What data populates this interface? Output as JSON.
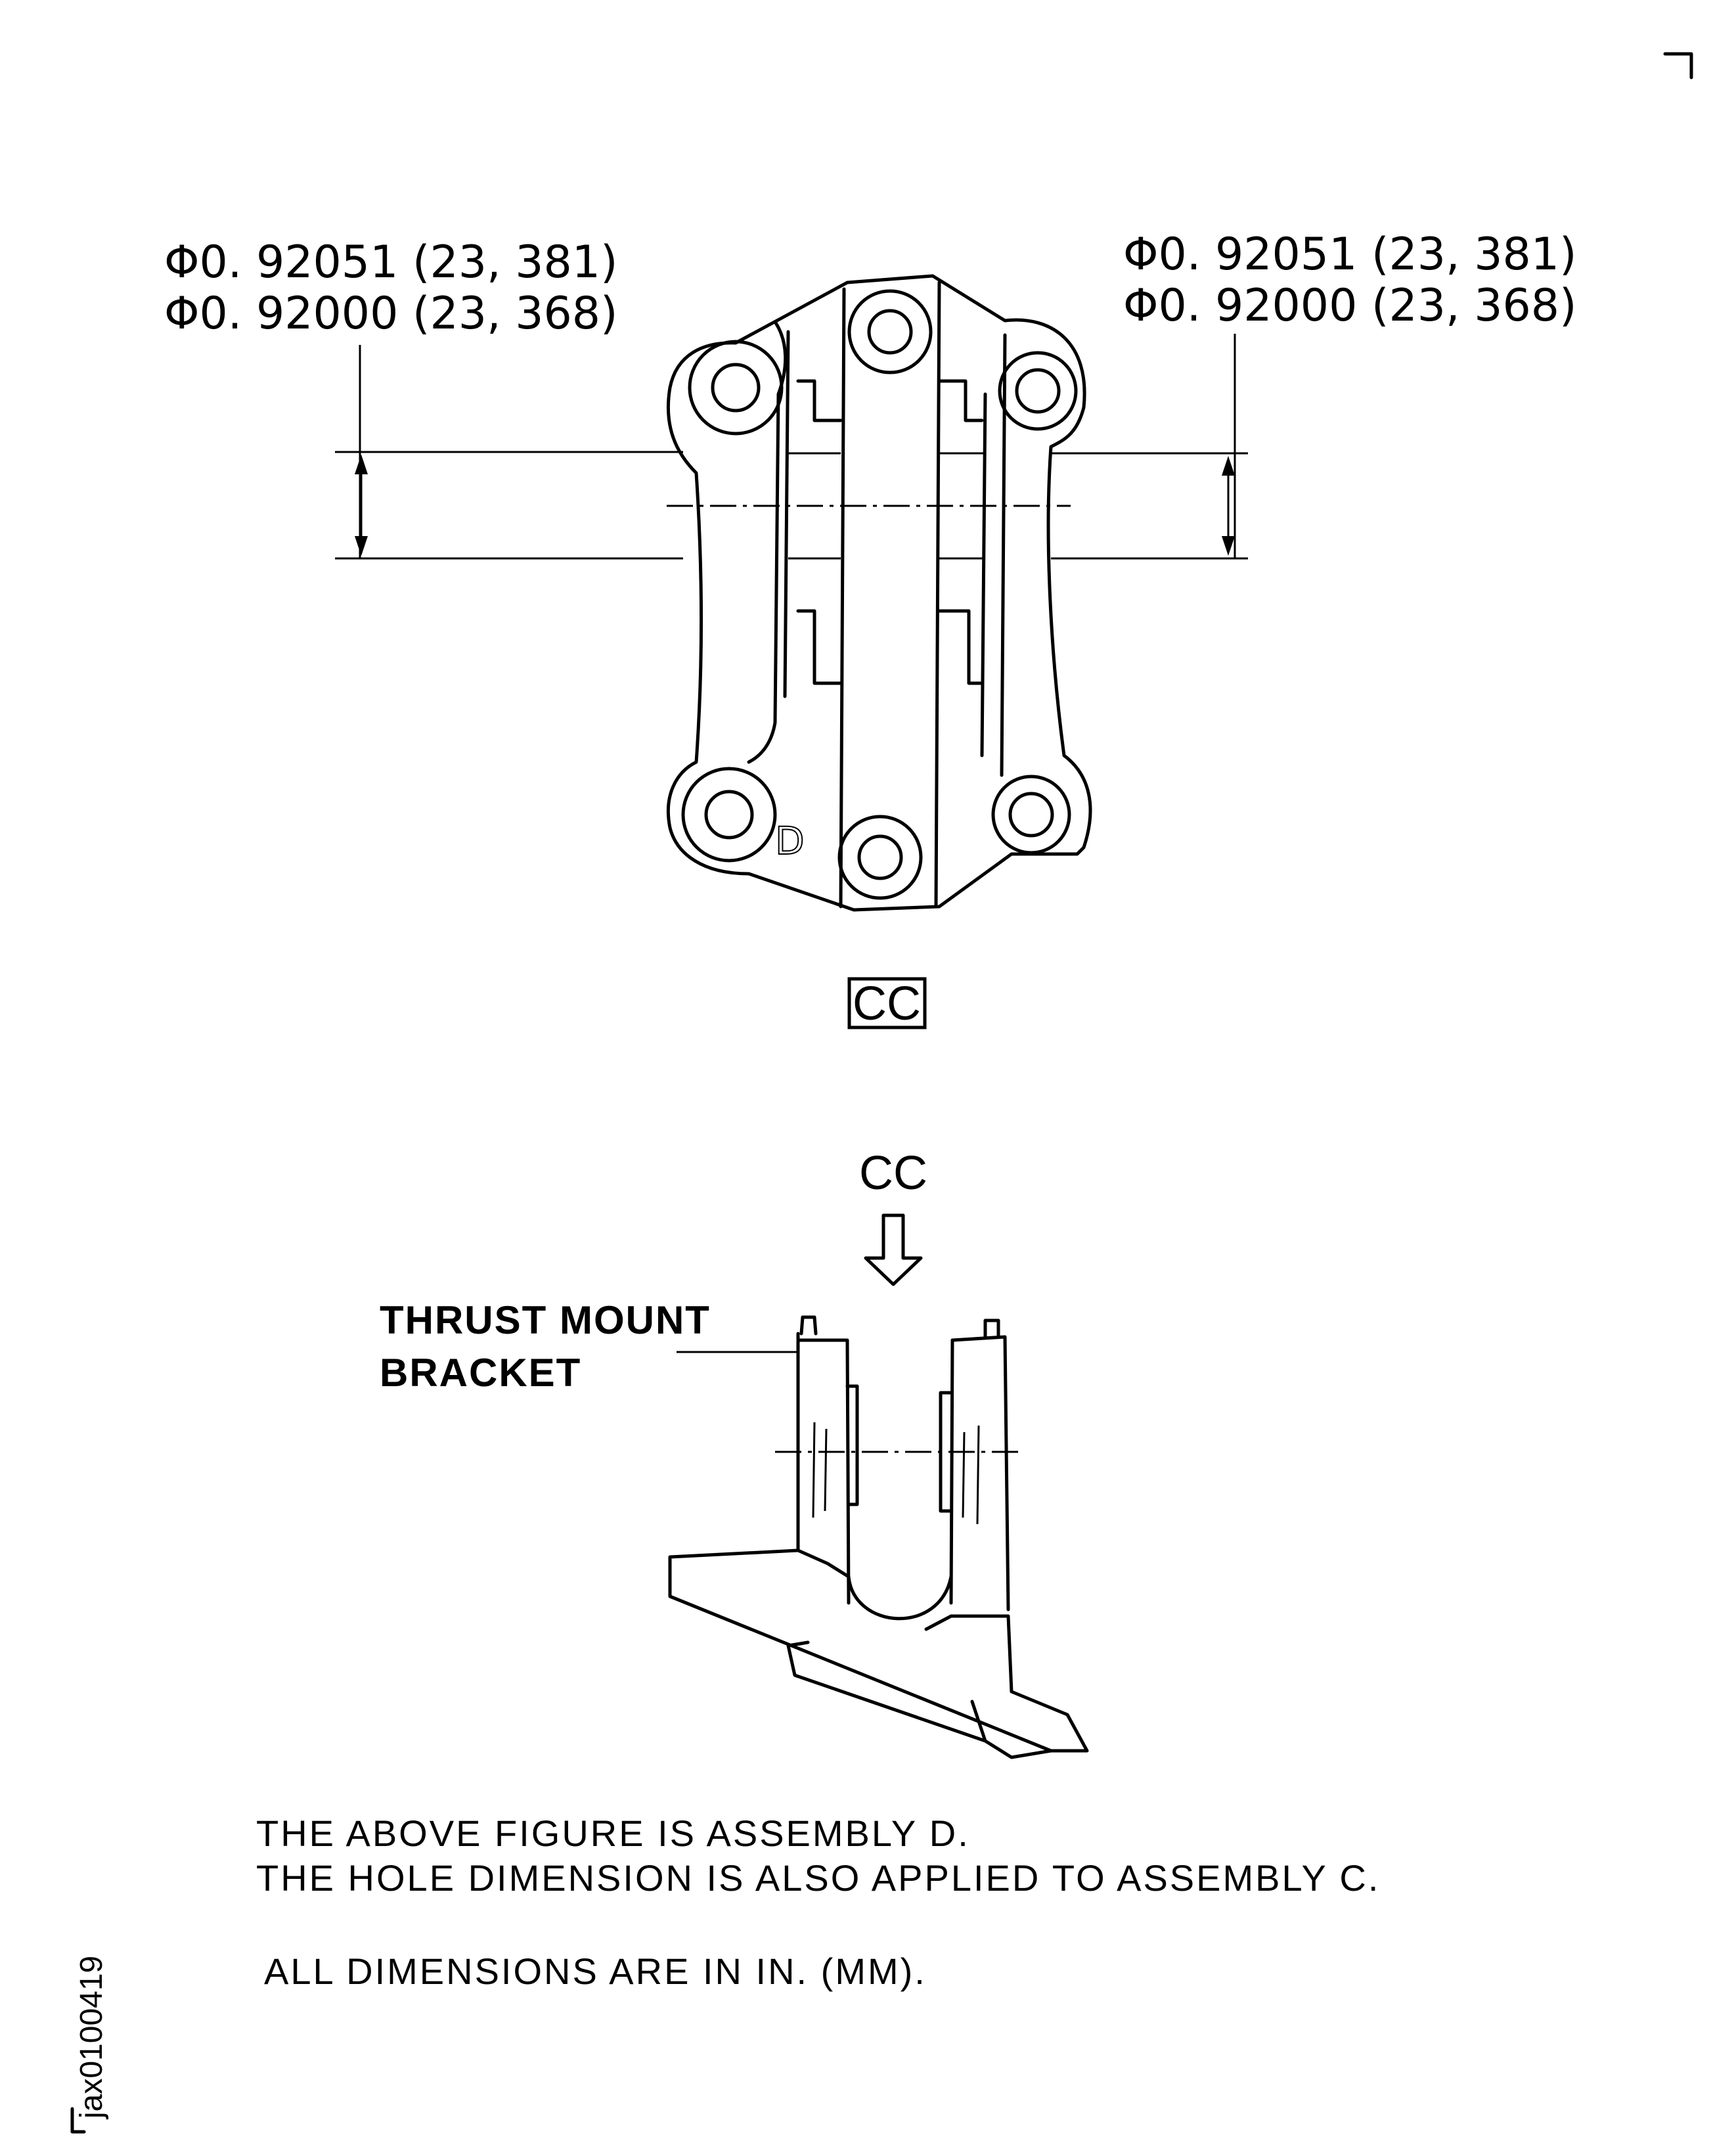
{
  "dimensions": {
    "left": {
      "upper": "Φ0. 92051 (23, 381)",
      "lower": "Φ0. 92000 (23, 368)"
    },
    "right": {
      "upper": "Φ0. 92051 (23, 381)",
      "lower": "Φ0. 92000 (23, 368)"
    }
  },
  "part_marking": "D",
  "view_box_label": "CC",
  "view_arrow_label": "CC",
  "callout": {
    "line1": "THRUST MOUNT",
    "line2": "BRACKET"
  },
  "notes": {
    "line1": "THE ABOVE FIGURE IS ASSEMBLY D.",
    "line2": "THE HOLE DIMENSION IS ALSO APPLIED TO ASSEMBLY C.",
    "line3": "ALL DIMENSIONS ARE IN IN. (MM)."
  },
  "figure_id": "jax0100419"
}
